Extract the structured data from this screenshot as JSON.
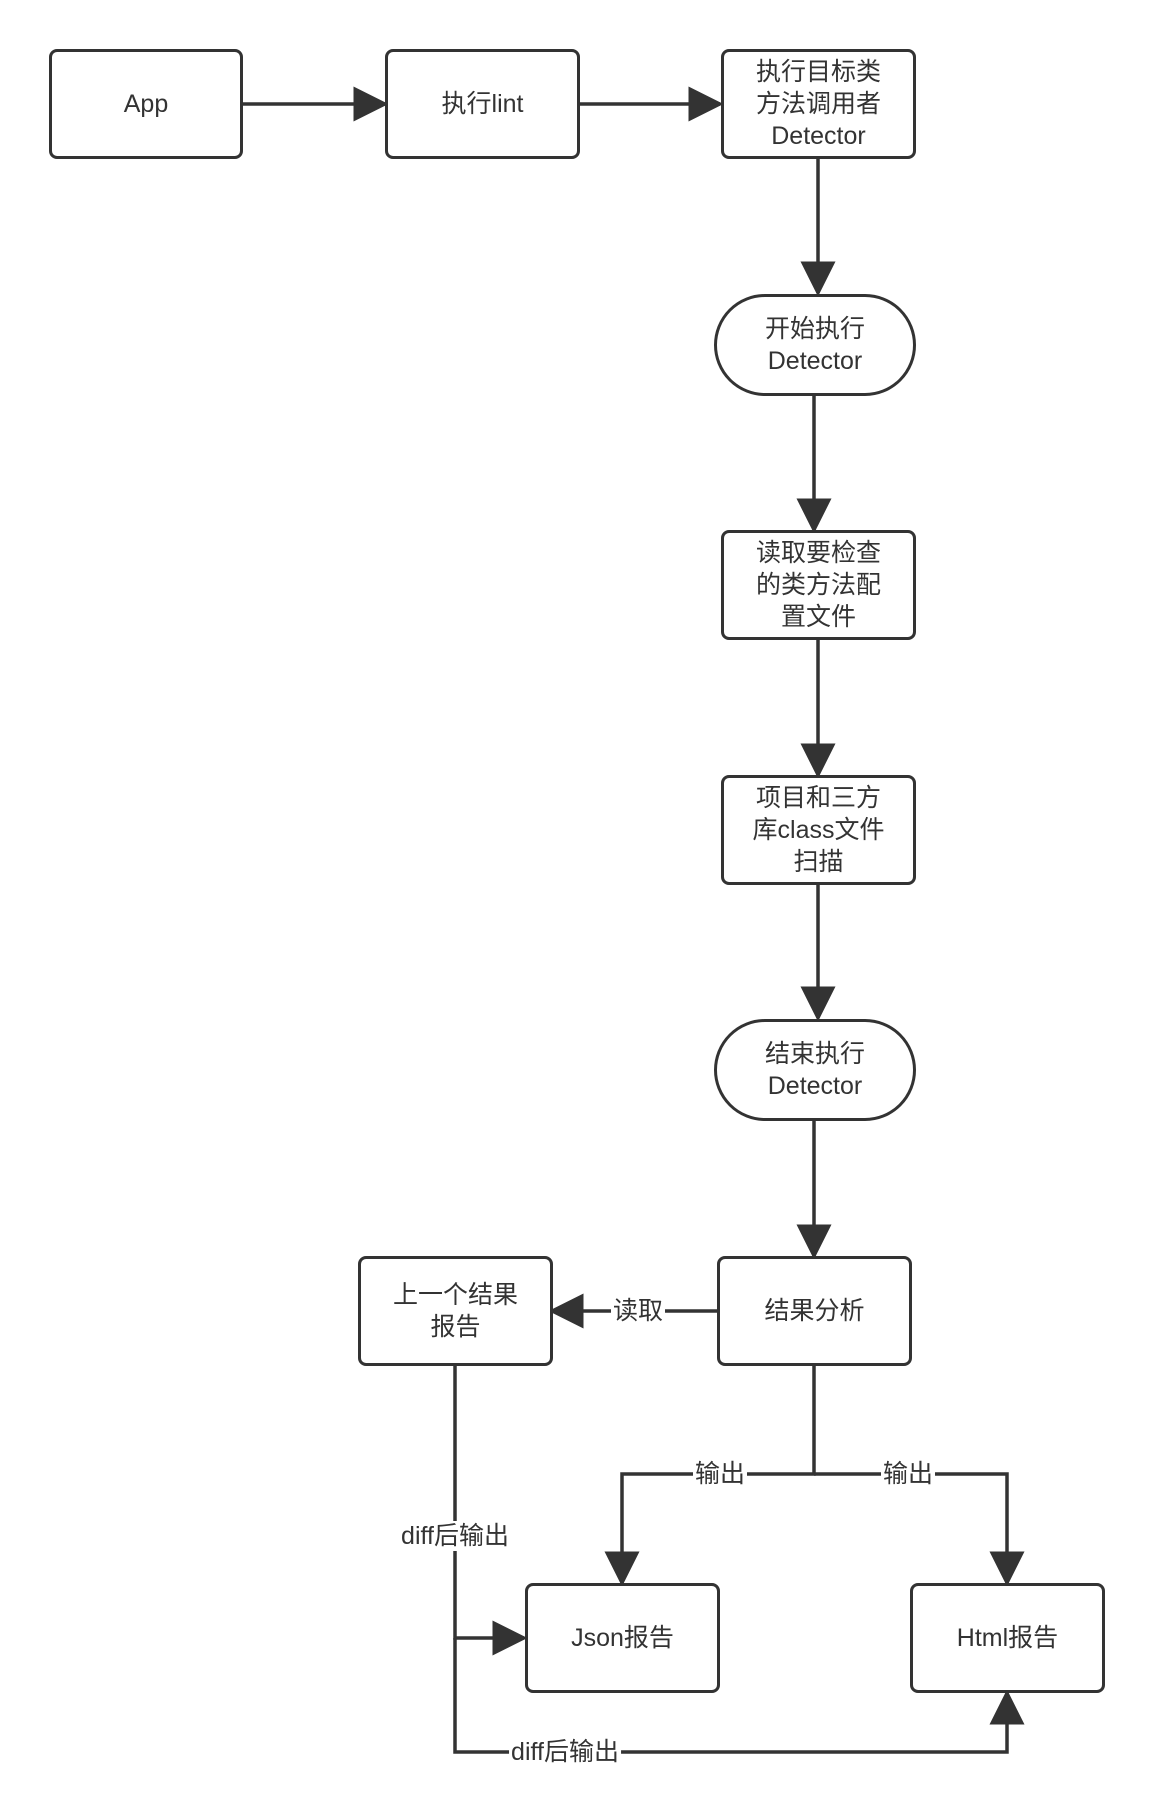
{
  "colors": {
    "stroke": "#333333",
    "background": "#ffffff",
    "text": "#333333"
  },
  "nodes": {
    "app": "App",
    "run_lint": "执行lint",
    "target_caller": "执行目标类\n方法调用者\nDetector",
    "start_detector": "开始执行\nDetector",
    "read_config": "读取要检查\n的类方法配\n置文件",
    "scan_classes": "项目和三方\n库class文件\n扫描",
    "end_detector": "结束执行\nDetector",
    "result_analysis": "结果分析",
    "prev_report": "上一个结果\n报告",
    "json_report": "Json报告",
    "html_report": "Html报告"
  },
  "edge_labels": {
    "read": "读取",
    "output_json": "输出",
    "output_html": "输出",
    "diff_json": "diff后输出",
    "diff_html": "diff后输出"
  }
}
